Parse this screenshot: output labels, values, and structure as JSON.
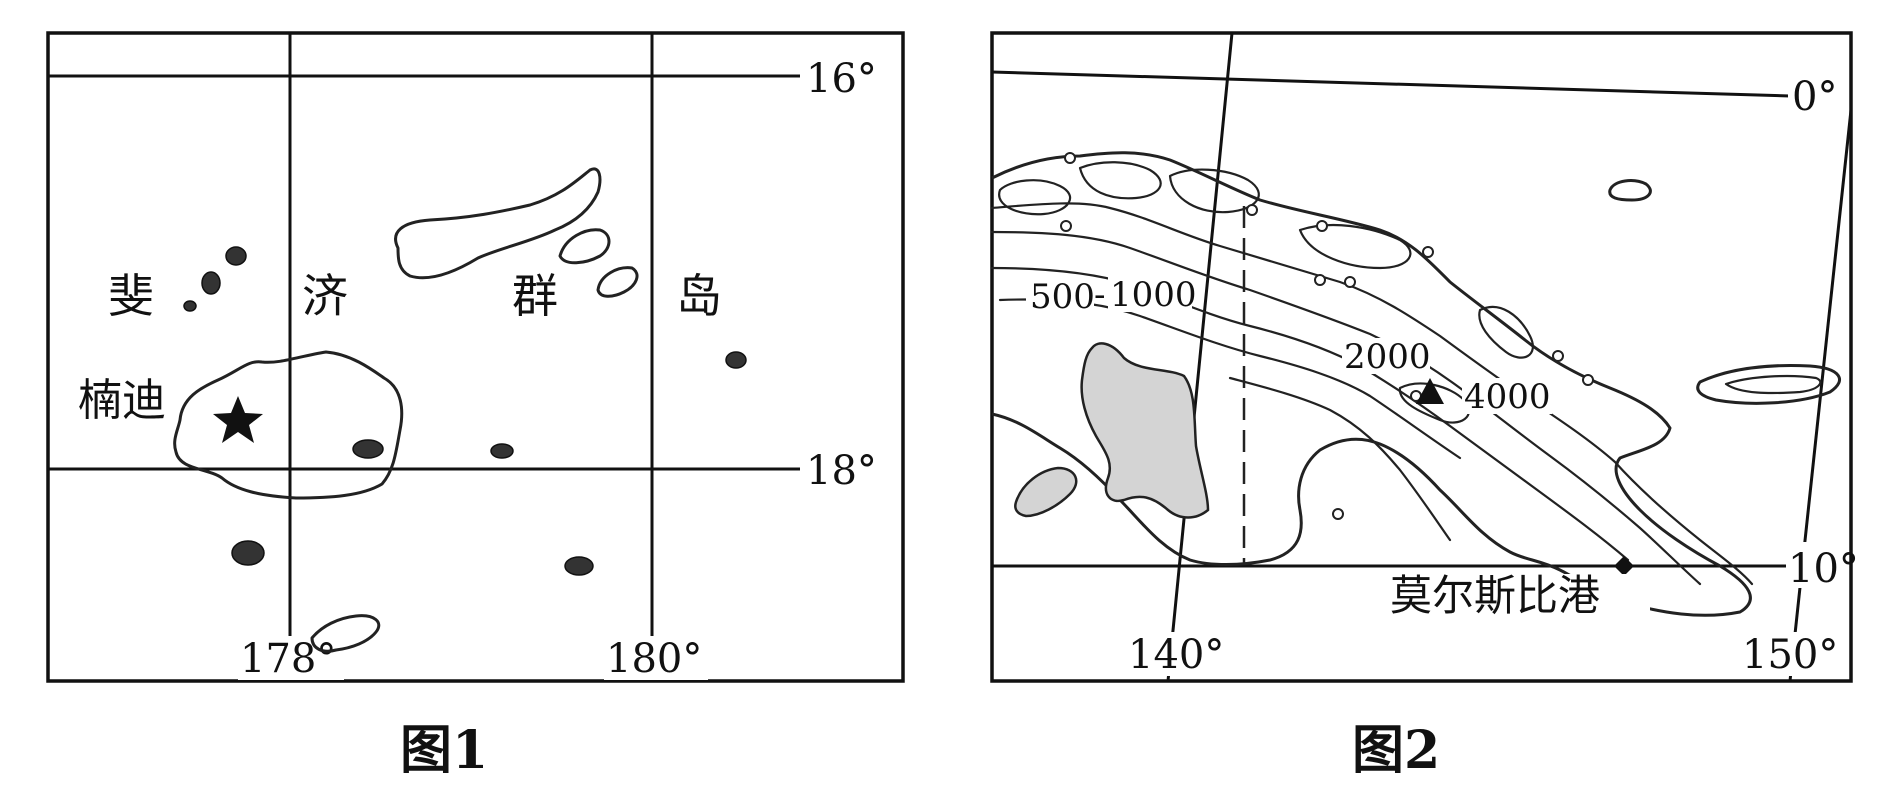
{
  "map1": {
    "caption": "图1",
    "lat_labels": [
      "16°",
      "18°"
    ],
    "lon_labels": [
      "178°",
      "180°"
    ],
    "region_chars": [
      "斐",
      "济",
      "群",
      "岛"
    ],
    "city_label": "楠迪",
    "city_icon": "star-icon"
  },
  "map2": {
    "caption": "图2",
    "lat_labels": [
      "0°",
      "10°"
    ],
    "lon_labels": [
      "140°",
      "150°"
    ],
    "contour_labels": [
      "500",
      "1000",
      "2000",
      "4000"
    ],
    "peak_icon": "triangle-icon",
    "port_label": "莫尔斯比港",
    "port_icon": "diamond-icon",
    "lake_color": "#d4d4d4"
  }
}
